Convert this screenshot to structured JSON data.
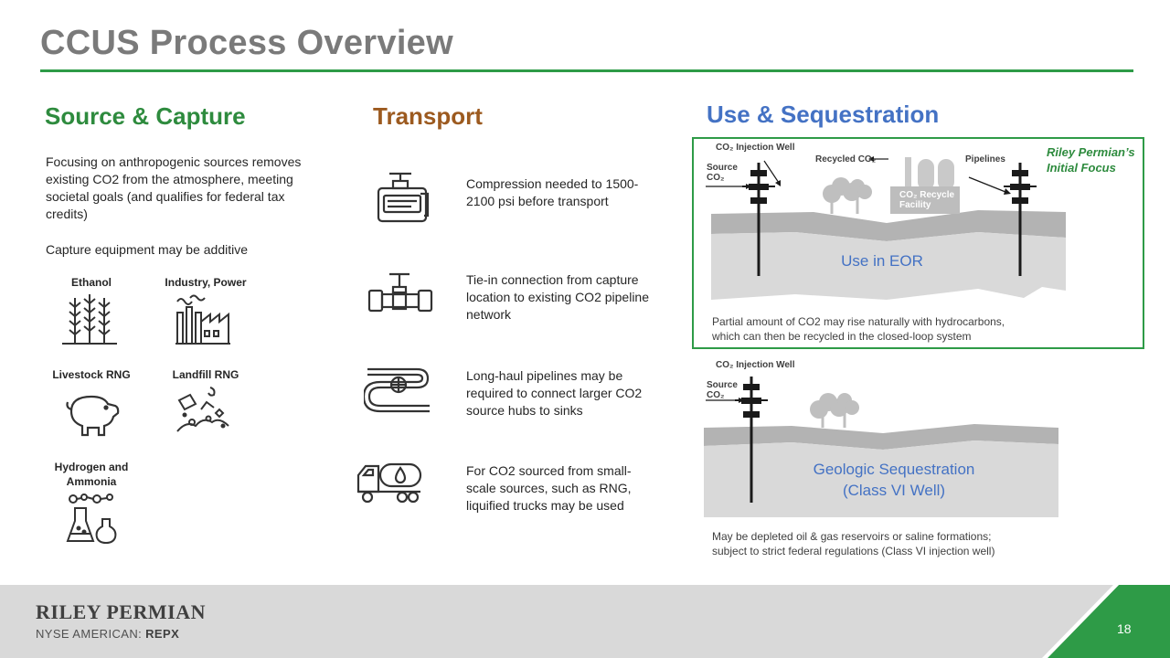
{
  "title": "CCUS Process Overview",
  "source": {
    "heading": "Source & Capture",
    "paragraph1": "Focusing on anthropogenic sources removes existing CO2 from the atmosphere, meeting societal goals (and qualifies for federal tax credits)",
    "paragraph2": "Capture equipment may be additive",
    "items": [
      {
        "label": "Ethanol",
        "icon": "wheat-icon"
      },
      {
        "label": "Industry, Power",
        "icon": "factory-icon"
      },
      {
        "label": "Livestock RNG",
        "icon": "pig-icon"
      },
      {
        "label": "Landfill RNG",
        "icon": "landfill-icon"
      },
      {
        "label": "Hydrogen and Ammonia",
        "icon": "chemistry-flask-icon"
      }
    ]
  },
  "transport": {
    "heading": "Transport",
    "items": [
      {
        "text": "Compression needed to 1500-2100 psi before transport",
        "icon": "compressor-icon"
      },
      {
        "text": "Tie-in connection from capture location to existing CO2 pipeline network",
        "icon": "pipe-valve-icon"
      },
      {
        "text": "Long-haul pipelines may be required to connect larger CO2 source hubs to sinks",
        "icon": "pipeline-icon"
      },
      {
        "text": "For CO2 sourced from small-scale sources, such as RNG, liquified trucks may be used",
        "icon": "tanker-truck-icon"
      }
    ]
  },
  "use": {
    "heading": "Use & Sequestration",
    "focus_label_line1": "Riley Permian’s",
    "focus_label_line2": "Initial Focus",
    "eor": {
      "injection_well": "CO₂ Injection Well",
      "source_line1": "Source",
      "source_line2": "CO₂",
      "recycled": "Recycled CO₂",
      "pipelines": "Pipelines",
      "facility_line1": "CO₂ Recycle",
      "facility_line2": "Facility",
      "formation": "Use in EOR",
      "caption_line1": "Partial amount of CO2 may rise naturally with hydrocarbons,",
      "caption_line2": "which can then be recycled in the closed-loop system"
    },
    "seq": {
      "injection_well": "CO₂ Injection Well",
      "source_line1": "Source",
      "source_line2": "CO₂",
      "formation_line1": "Geologic Sequestration",
      "formation_line2": "(Class VI Well)",
      "caption_line1": "May be depleted oil & gas reservoirs or saline formations;",
      "caption_line2": "subject to strict federal regulations (Class VI injection well)"
    }
  },
  "footer": {
    "brand": "RILEY PERMIAN",
    "ticker_prefix": "NYSE AMERICAN: ",
    "ticker_symbol": "REPX",
    "page": "18"
  },
  "colors": {
    "accent_green": "#2e9b47",
    "transport_brown": "#9c5a1f",
    "use_blue": "#4472c4",
    "title_gray": "#7a7a7a"
  }
}
